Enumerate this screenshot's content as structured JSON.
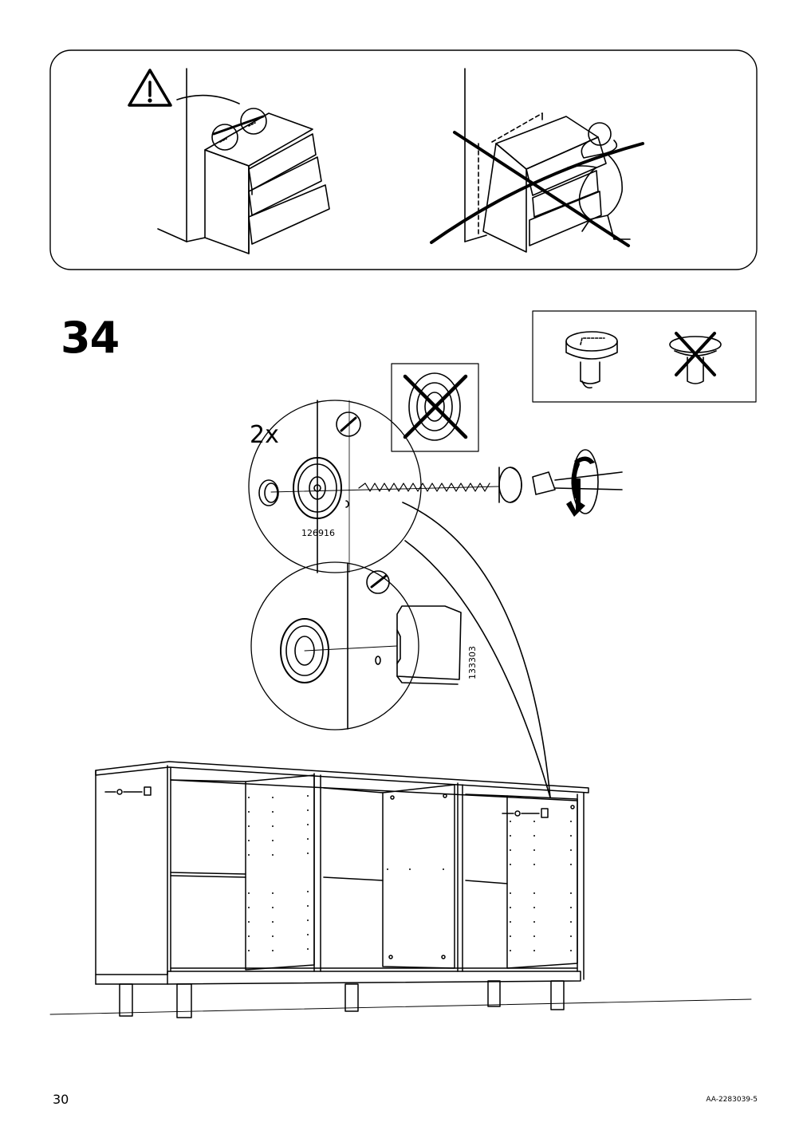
{
  "step": {
    "number": "34",
    "quantity": "2x"
  },
  "parts": {
    "screw_cover_id": "126916",
    "cover_cap_id": "133303"
  },
  "footer": {
    "page_number": "30",
    "document_code": "AA-2283039-5"
  },
  "icons": {
    "warning": "warning-triangle-icon",
    "wrong": "cross-out-icon",
    "rotate": "rotate-clockwise-icon"
  }
}
